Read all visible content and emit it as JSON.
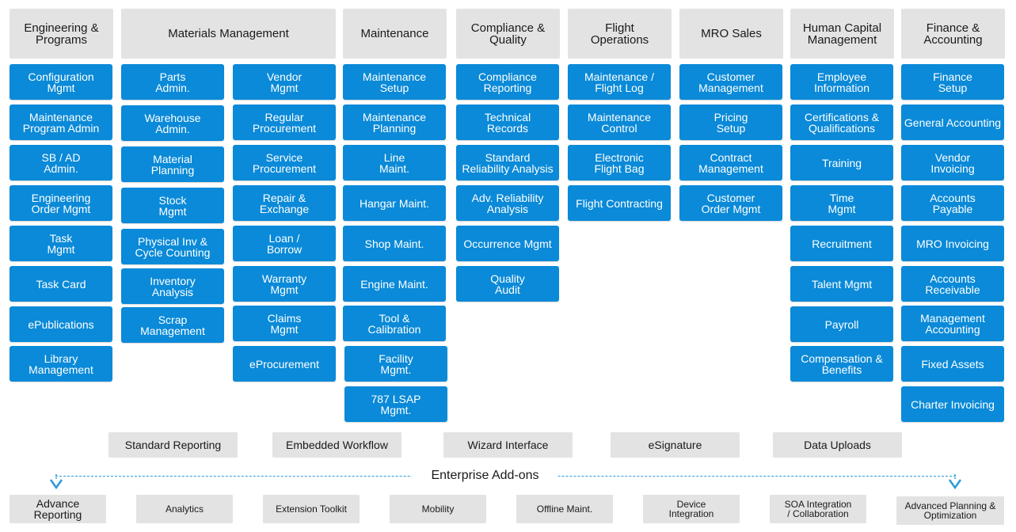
{
  "columns": [
    {
      "title": "Engineering &\nPrograms",
      "modules": [
        "Configuration\nMgmt",
        "Maintenance\nProgram Admin",
        "SB / AD\nAdmin.",
        "Engineering\nOrder Mgmt",
        "Task\nMgmt",
        "Task Card",
        "ePublications",
        "Library\nManagement"
      ]
    },
    {
      "title": "Materials Management",
      "modules": [
        "Parts\nAdmin.",
        "Warehouse\nAdmin.",
        "Material\nPlanning",
        "Stock\nMgmt",
        "Physical Inv &\nCycle Counting",
        "Inventory\nAnalysis",
        "Scrap\nManagement"
      ],
      "modules_b": [
        "Vendor\nMgmt",
        "Regular\nProcurement",
        "Service\nProcurement",
        "Repair &\nExchange",
        "Loan /\nBorrow",
        "Warranty\nMgmt",
        "Claims\nMgmt",
        "eProcurement"
      ]
    },
    {
      "title": "Maintenance",
      "modules": [
        "Maintenance\nSetup",
        "Maintenance\nPlanning",
        "Line\nMaint.",
        "Hangar Maint.",
        "Shop Maint.",
        "Engine Maint.",
        "Tool &\nCalibration",
        "Facility\nMgmt.",
        "787 LSAP\nMgmt."
      ]
    },
    {
      "title": "Compliance &\nQuality",
      "modules": [
        "Compliance\nReporting",
        "Technical\nRecords",
        "Standard\nReliability Analysis",
        "Adv. Reliability\nAnalysis",
        "Occurrence Mgmt",
        "Quality\nAudit"
      ]
    },
    {
      "title": "Flight\nOperations",
      "modules": [
        "Maintenance /\nFlight Log",
        "Maintenance\nControl",
        "Electronic\nFlight Bag",
        "Flight Contracting"
      ]
    },
    {
      "title": "MRO Sales",
      "modules": [
        "Customer\nManagement",
        "Pricing\nSetup",
        "Contract\nManagement",
        "Customer\nOrder Mgmt"
      ]
    },
    {
      "title": "Human Capital\nManagement",
      "modules": [
        "Employee\nInformation",
        "Certifications &\nQualifications",
        "Training",
        "Time\nMgmt",
        "Recruitment",
        "Talent Mgmt",
        "Payroll",
        "Compensation &\nBenefits"
      ]
    },
    {
      "title": "Finance &\nAccounting",
      "modules": [
        "Finance\nSetup",
        "General Accounting",
        "Vendor\nInvoicing",
        "Accounts\nPayable",
        "MRO Invoicing",
        "Accounts\nReceivable",
        "Management\nAccounting",
        "Fixed Assets",
        "Charter Invoicing"
      ]
    }
  ],
  "platform_features": [
    "Standard Reporting",
    "Embedded Workflow",
    "Wizard Interface",
    "eSignature",
    "Data Uploads"
  ],
  "addons_title": "Enterprise Add-ons",
  "addons": [
    "Advance\nReporting",
    "Analytics",
    "Extension Toolkit",
    "Mobility",
    "Offline Maint.",
    "Device\nIntegration",
    "SOA Integration\n/ Collaboration",
    "Advanced Planning &\nOptimization"
  ],
  "colors": {
    "module_blue": "#0a8ad8",
    "header_gray": "#e3e3e3",
    "dash_blue": "#2a9ad8"
  }
}
